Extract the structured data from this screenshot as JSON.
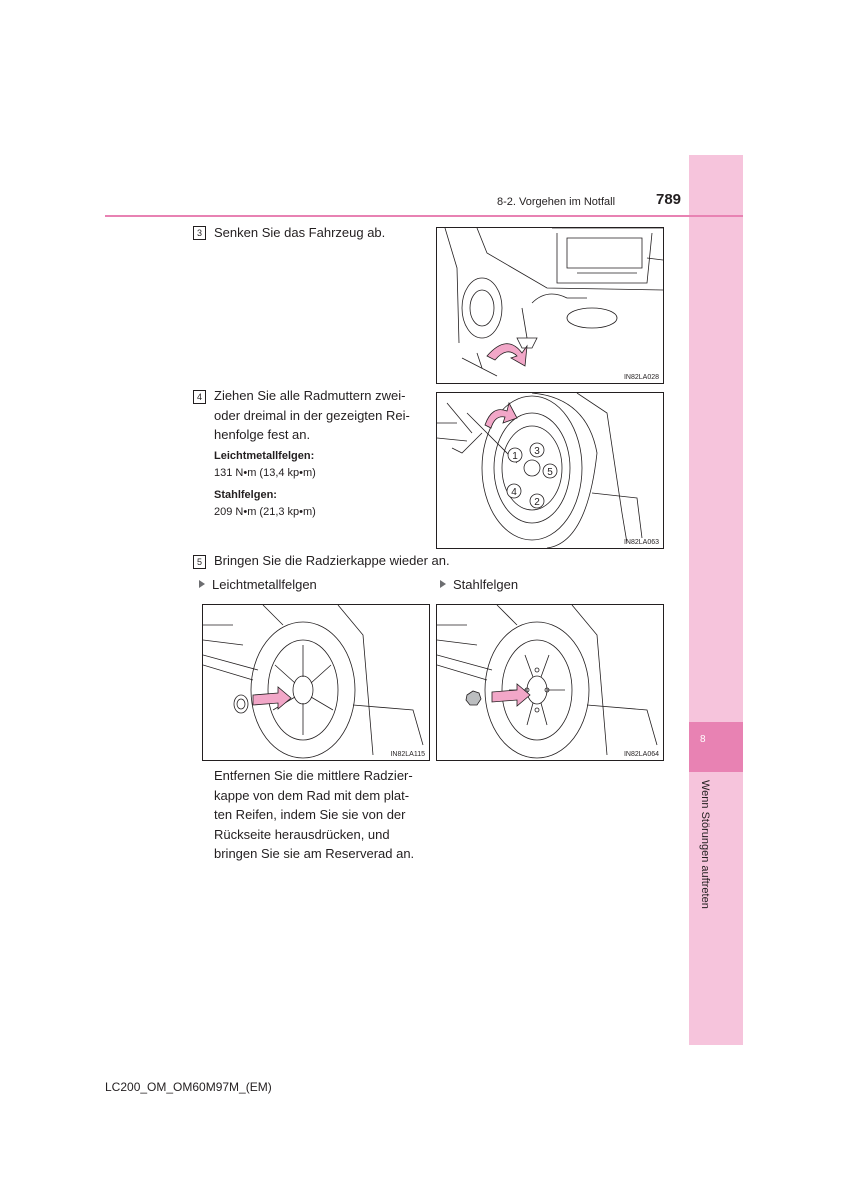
{
  "header": {
    "section": "8-2. Vorgehen im Notfall",
    "page_number": "789"
  },
  "side_tab": {
    "number": "8",
    "label": "Wenn Störungen auftreten"
  },
  "steps": [
    {
      "number": "3",
      "text": "Senken Sie das Fahrzeug ab."
    },
    {
      "number": "4",
      "text": "Ziehen Sie alle Radmuttern zwei-oder dreimal in der gezeigten Rei-henfolge fest an."
    },
    {
      "number": "5",
      "text": "Bringen Sie die Radzierkappe wieder an."
    }
  ],
  "step4_lines": [
    "Ziehen Sie alle Radmuttern zwei-",
    "oder dreimal in der gezeigten Rei-",
    "henfolge fest an."
  ],
  "torque": {
    "alloy_heading": "Leichtmetallfelgen:",
    "alloy_value": "131 N•m (13,4 kp•m)",
    "steel_heading": "Stahlfelgen:",
    "steel_value": "209 N•m (21,3 kp•m)"
  },
  "bullets": {
    "alloy": "Leichtmetallfelgen",
    "steel": "Stahlfelgen"
  },
  "figures": {
    "lower_vehicle": "IN82LA028",
    "tighten_nuts": "IN82LA063",
    "alloy_cap": "IN82LA115",
    "steel_cap": "IN82LA064"
  },
  "nut_sequence": [
    "1",
    "2",
    "3",
    "4",
    "5"
  ],
  "remove_cap_lines": [
    "Entfernen Sie die mittlere Radzier-",
    "kappe von dem Rad mit dem plat-",
    "ten Reifen, indem Sie sie von der",
    "Rückseite herausdrücken, und",
    "bringen Sie sie am Reserverad an."
  ],
  "colors": {
    "accent": "#e882b3",
    "tab": "#f6c4dc",
    "arrow": "#f2a7c8"
  },
  "footer": "LC200_OM_OM60M97M_(EM)"
}
